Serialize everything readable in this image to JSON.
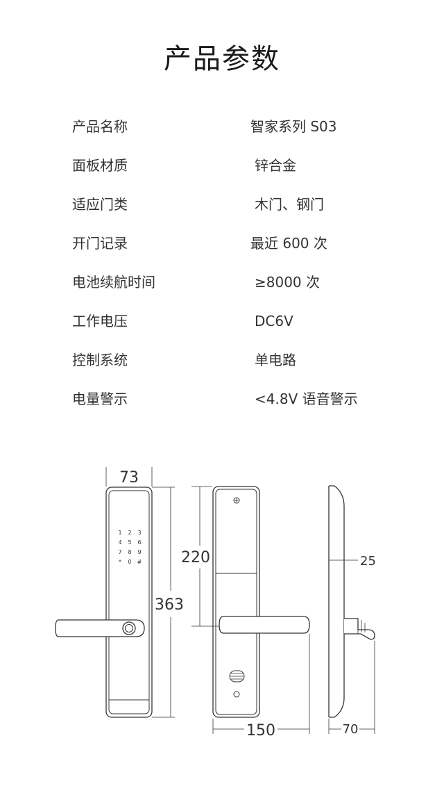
{
  "page": {
    "title": "产品参数"
  },
  "specs": [
    {
      "label": "产品名称",
      "value": "智家系列 S03"
    },
    {
      "label": "面板材质",
      "value": "锌合金"
    },
    {
      "label": "适应门类",
      "value": "木门、钢门"
    },
    {
      "label": "开门记录",
      "value": "最近 600 次"
    },
    {
      "label": "电池续航时间",
      "value": "≥8000 次"
    },
    {
      "label": "工作电压",
      "value": "DC6V"
    },
    {
      "label": "控制系统",
      "value": "单电路"
    },
    {
      "label": "电量警示",
      "value": "<4.8V 语音警示"
    }
  ],
  "drawing": {
    "dims": {
      "front_width": "73",
      "front_height": "363",
      "back_height": "220",
      "handle_length": "150",
      "side_depth": "25",
      "side_projection": "70"
    },
    "keypad": [
      "1",
      "2",
      "3",
      "4",
      "5",
      "6",
      "7",
      "8",
      "9",
      "*",
      "0",
      "#"
    ]
  }
}
